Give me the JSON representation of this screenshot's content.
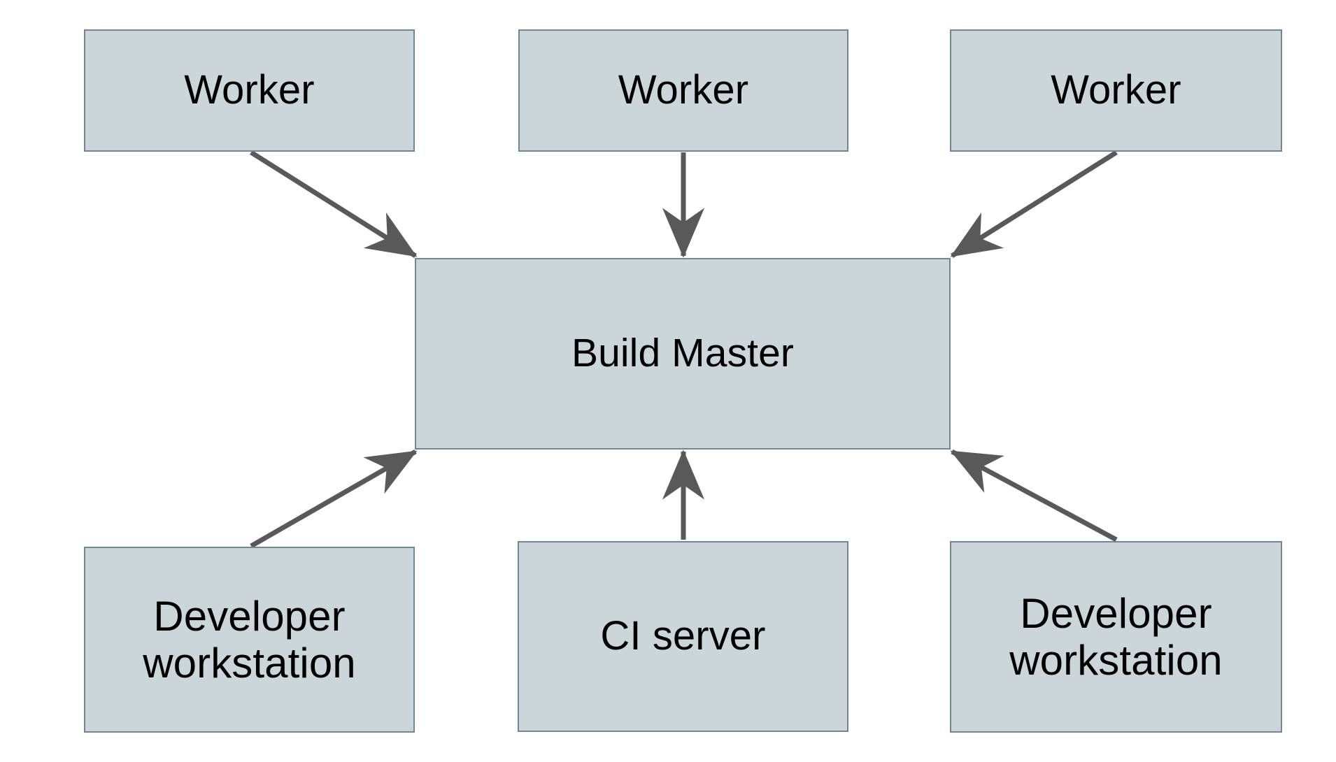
{
  "diagram": {
    "type": "node-edge-diagram",
    "background_color": "#ffffff",
    "node_fill_color": "#ccd5d9",
    "node_border_color": "#6d8894",
    "edge_color": "#595959",
    "text_color": "#000000",
    "nodes": [
      {
        "id": "worker-1",
        "label": "Worker"
      },
      {
        "id": "worker-2",
        "label": "Worker"
      },
      {
        "id": "worker-3",
        "label": "Worker"
      },
      {
        "id": "build-master",
        "label": "Build Master"
      },
      {
        "id": "dev-workstation-left",
        "label": "Developer\nworkstation"
      },
      {
        "id": "ci-server",
        "label": "CI server"
      },
      {
        "id": "dev-workstation-right",
        "label": "Developer\nworkstation"
      }
    ],
    "edges": [
      {
        "id": "edge-worker-1-to-build-master",
        "from": "worker-1",
        "to": "build-master"
      },
      {
        "id": "edge-worker-2-to-build-master",
        "from": "worker-2",
        "to": "build-master"
      },
      {
        "id": "edge-worker-3-to-build-master",
        "from": "worker-3",
        "to": "build-master"
      },
      {
        "id": "edge-dev-workstation-left-to-build-master",
        "from": "dev-workstation-left",
        "to": "build-master"
      },
      {
        "id": "edge-ci-server-to-build-master",
        "from": "ci-server",
        "to": "build-master"
      },
      {
        "id": "edge-dev-workstation-right-to-build-master",
        "from": "dev-workstation-right",
        "to": "build-master"
      }
    ]
  }
}
